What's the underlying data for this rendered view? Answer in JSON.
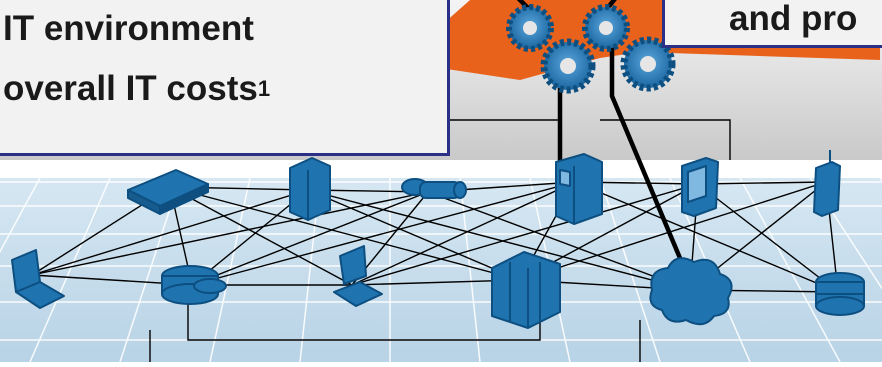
{
  "callout_left": {
    "line1": "IT environment",
    "line2": "overall IT costs",
    "footnote_marker": "1"
  },
  "callout_right": {
    "line1": "and pro"
  },
  "colors": {
    "orange_fan": "#e8621c",
    "grid_floor": "#c3dbea",
    "grid_line": "#ffffff",
    "device_blue": "#1f74b0",
    "device_dark": "#0d4f80",
    "callout_border": "#2b2f86",
    "callout_fill": "#f2f2f2",
    "gear_fill": "#1f74b0"
  },
  "icons": [
    "laptop-icon",
    "database-stack-icon",
    "router-icon",
    "tower-server-icon",
    "pipe-connector-icon",
    "workstation-icon",
    "rack-server-icon",
    "cabinet-server-icon",
    "pda-icon",
    "cloud-icon",
    "mobile-phone-icon",
    "disk-storage-icon",
    "gear-icon"
  ]
}
